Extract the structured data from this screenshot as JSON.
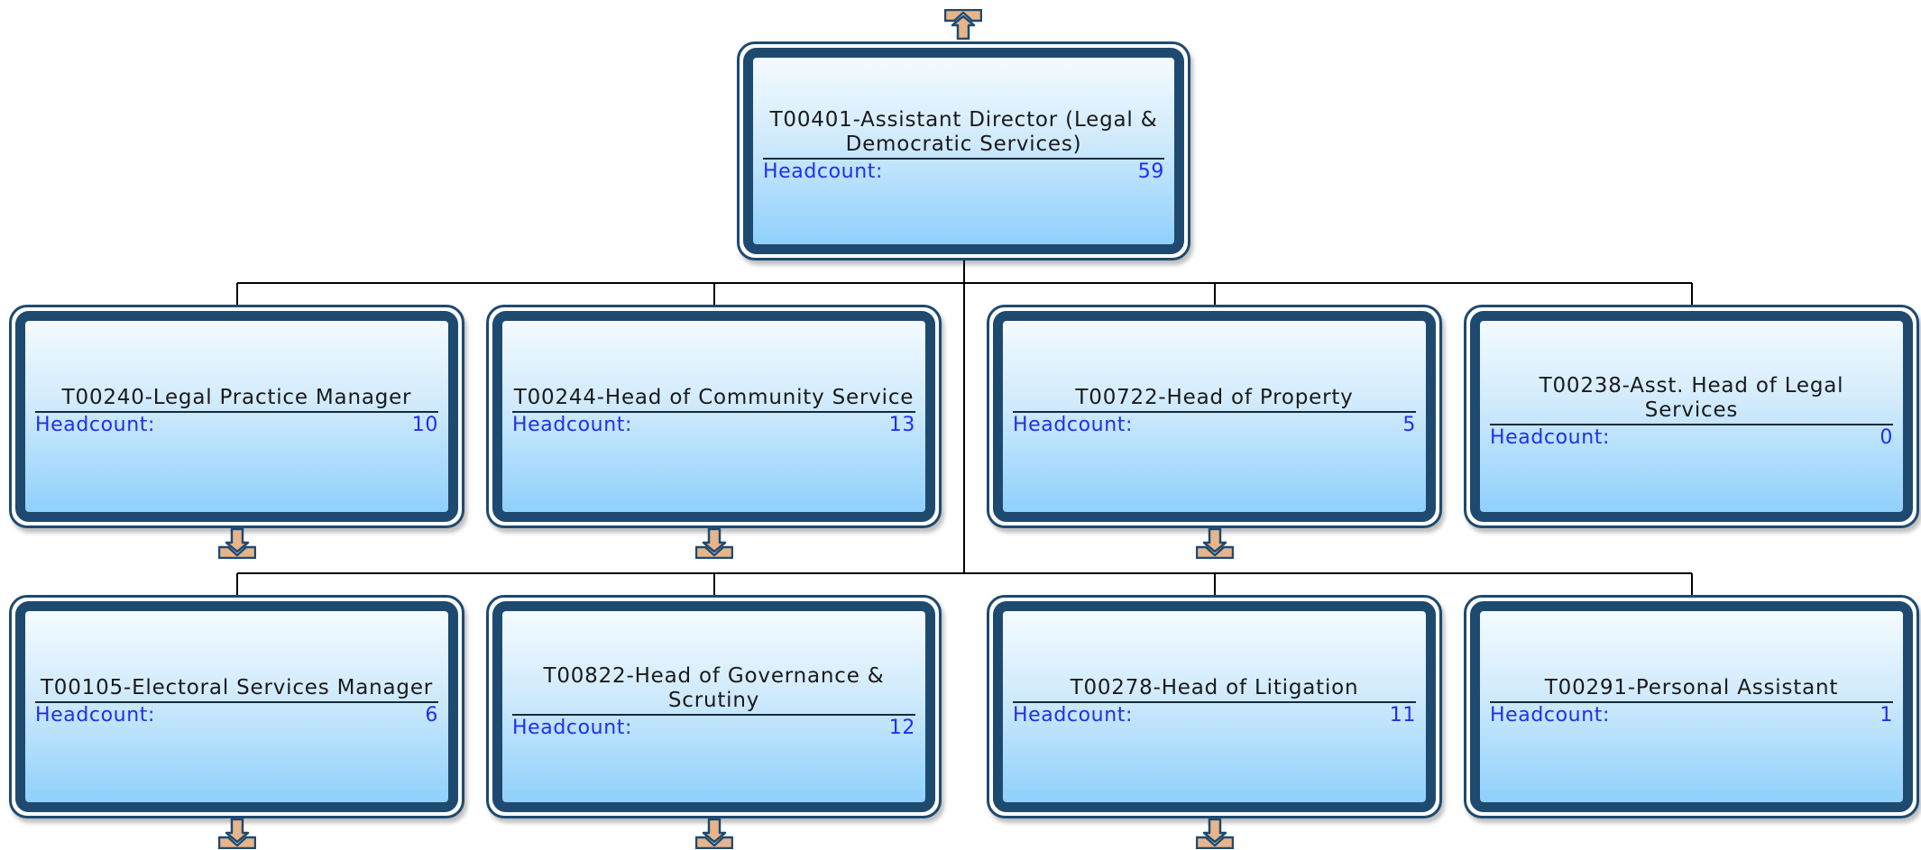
{
  "root": {
    "title": "T00401-Assistant Director (Legal & Democratic Services)",
    "headcount_label": "Headcount:",
    "headcount": "59"
  },
  "children": [
    {
      "title": "T00240-Legal Practice Manager",
      "headcount_label": "Headcount:",
      "headcount": "10"
    },
    {
      "title": "T00244-Head of Community Service",
      "headcount_label": "Headcount:",
      "headcount": "13"
    },
    {
      "title": "T00722-Head of Property",
      "headcount_label": "Headcount:",
      "headcount": "5"
    },
    {
      "title": "T00238-Asst. Head of Legal Services",
      "headcount_label": "Headcount:",
      "headcount": "0"
    },
    {
      "title": "T00105-Electoral Services Manager",
      "headcount_label": "Headcount:",
      "headcount": "6"
    },
    {
      "title": "T00822-Head of Governance & Scrutiny",
      "headcount_label": "Headcount:",
      "headcount": "12"
    },
    {
      "title": "T00278-Head of Litigation",
      "headcount_label": "Headcount:",
      "headcount": "11"
    },
    {
      "title": "T00291-Personal Assistant",
      "headcount_label": "Headcount:",
      "headcount": "1"
    }
  ],
  "icons": {
    "expand_up": "expand-up-arrow-icon",
    "expand_down": "expand-down-arrow-icon"
  },
  "colors": {
    "node_border": "#1e4a70",
    "connector_fill": "#e8b48a",
    "headcount_text": "#1f2ff0"
  }
}
